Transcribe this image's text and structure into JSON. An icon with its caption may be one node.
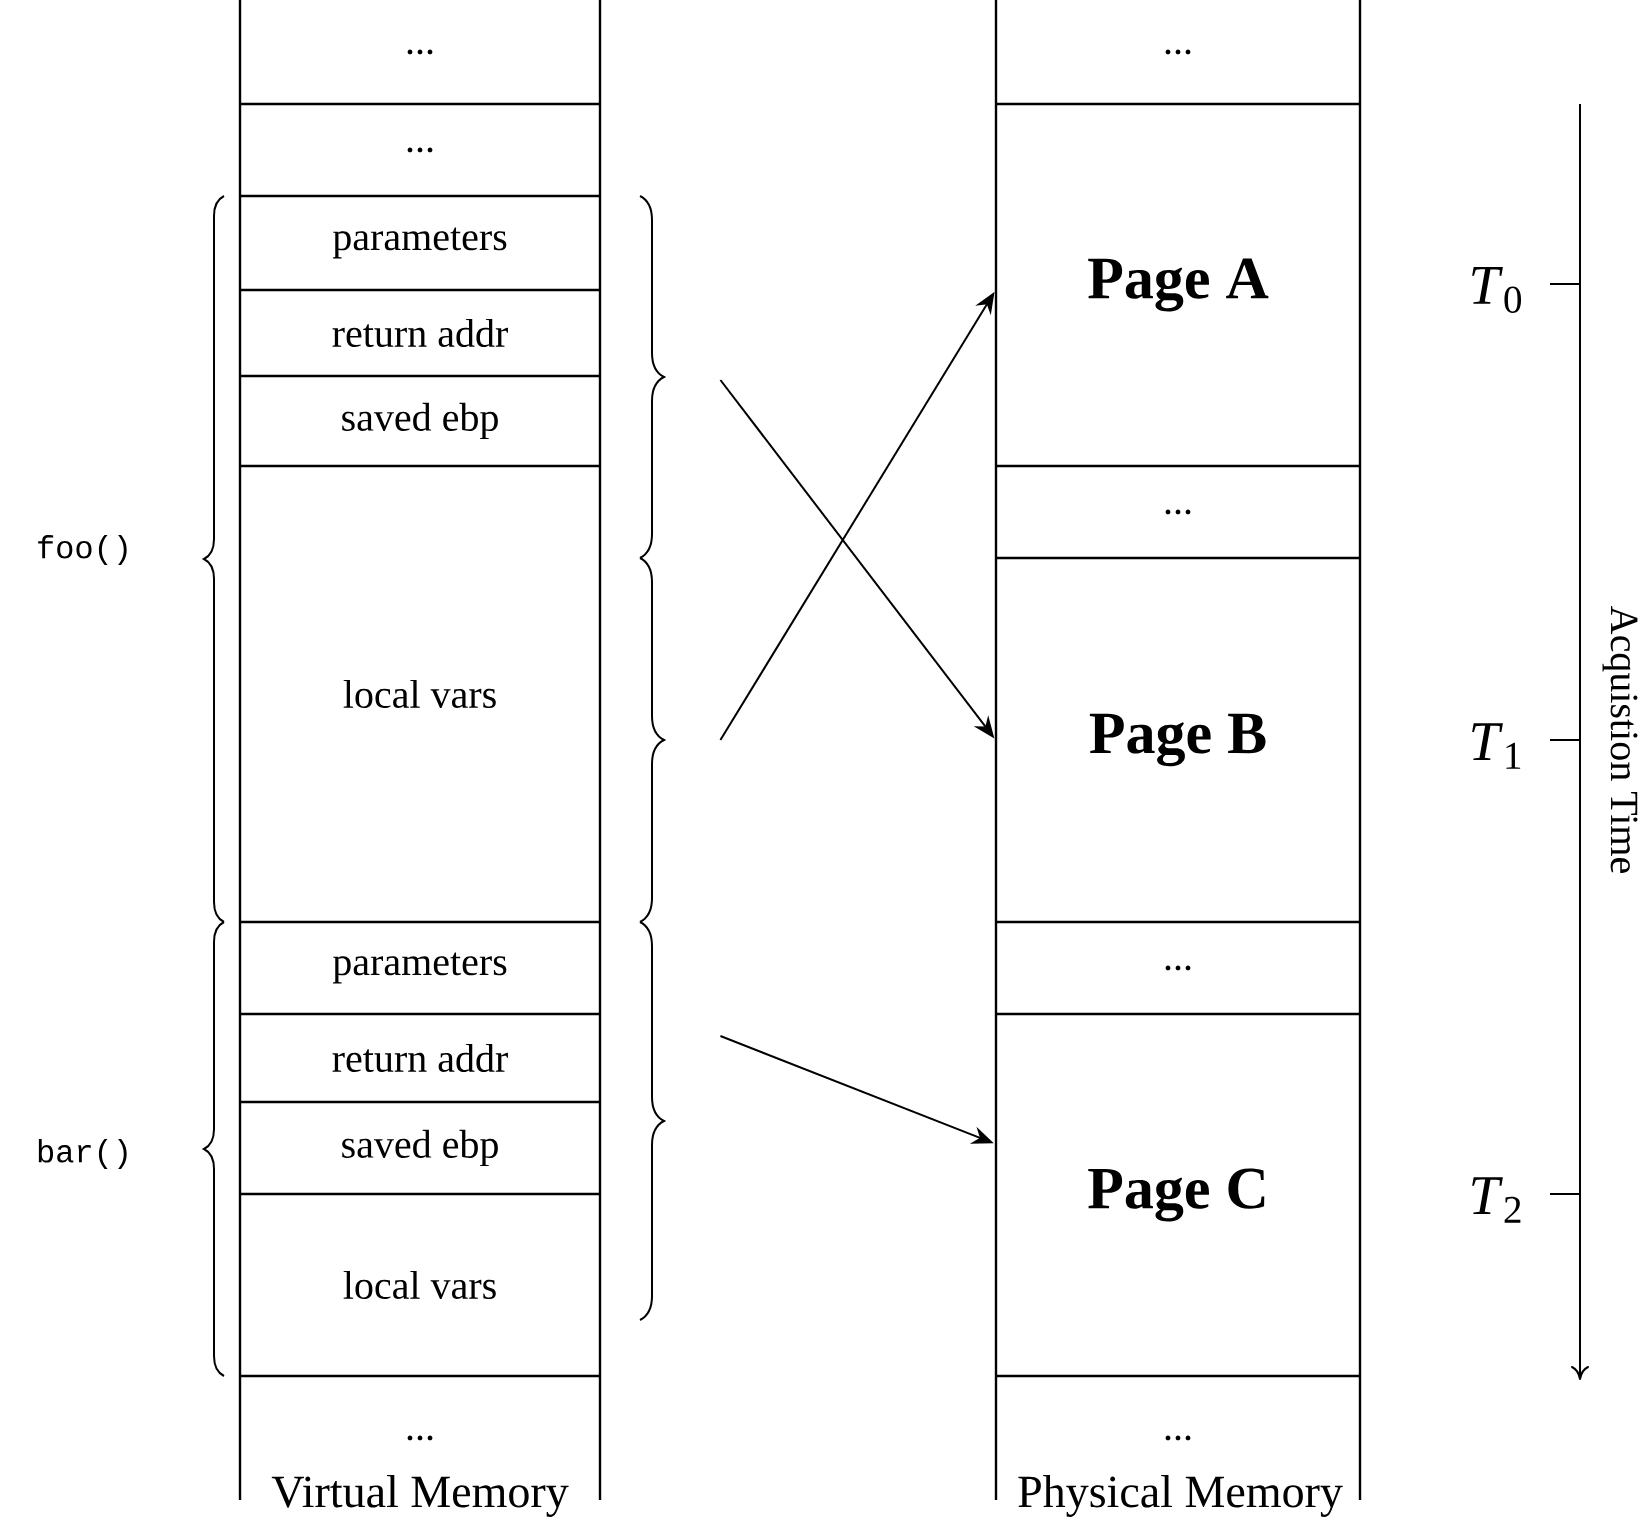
{
  "diagram": {
    "nodes": [
      {
        "text": [
          "..."
        ]
      },
      {
        "text": [
          "..."
        ]
      },
      {
        "text": [
          "parameters"
        ]
      },
      {
        "text": [
          "return addr"
        ]
      },
      {
        "text": [
          "saved ebp"
        ]
      },
      {
        "text": [
          "local vars"
        ]
      },
      {
        "text": [
          "parameters"
        ]
      },
      {
        "text": [
          "return addr"
        ]
      },
      {
        "text": [
          "saved ebp"
        ]
      },
      {
        "text": [
          "local vars"
        ]
      },
      {
        "text": [
          "..."
        ]
      },
      {
        "text": [
          "..."
        ]
      },
      {
        "text": [
          "Page A"
        ]
      },
      {
        "text": [
          "..."
        ]
      },
      {
        "text": [
          "Page B"
        ]
      },
      {
        "text": [
          "..."
        ]
      },
      {
        "text": [
          "Page C"
        ]
      },
      {
        "text": [
          "..."
        ]
      },
      {
        "text": [],
        "shape": "brace"
      },
      {
        "text": [],
        "shape": "brace"
      },
      {
        "text": [],
        "shape": "brace"
      }
    ],
    "edges": [
      {
        "from": 18,
        "to": 14,
        "arrow": "to"
      },
      {
        "from": 19,
        "to": 12,
        "arrow": "to"
      },
      {
        "from": 20,
        "to": 16,
        "arrow": "to"
      }
    ],
    "labels": [
      "foo()",
      "bar()",
      "*T*$_{0}$",
      "*T*$_{1}$",
      "*T*$_{2}$",
      "Acquistion Time",
      "Virtual Memory",
      "Physical Memory"
    ]
  }
}
